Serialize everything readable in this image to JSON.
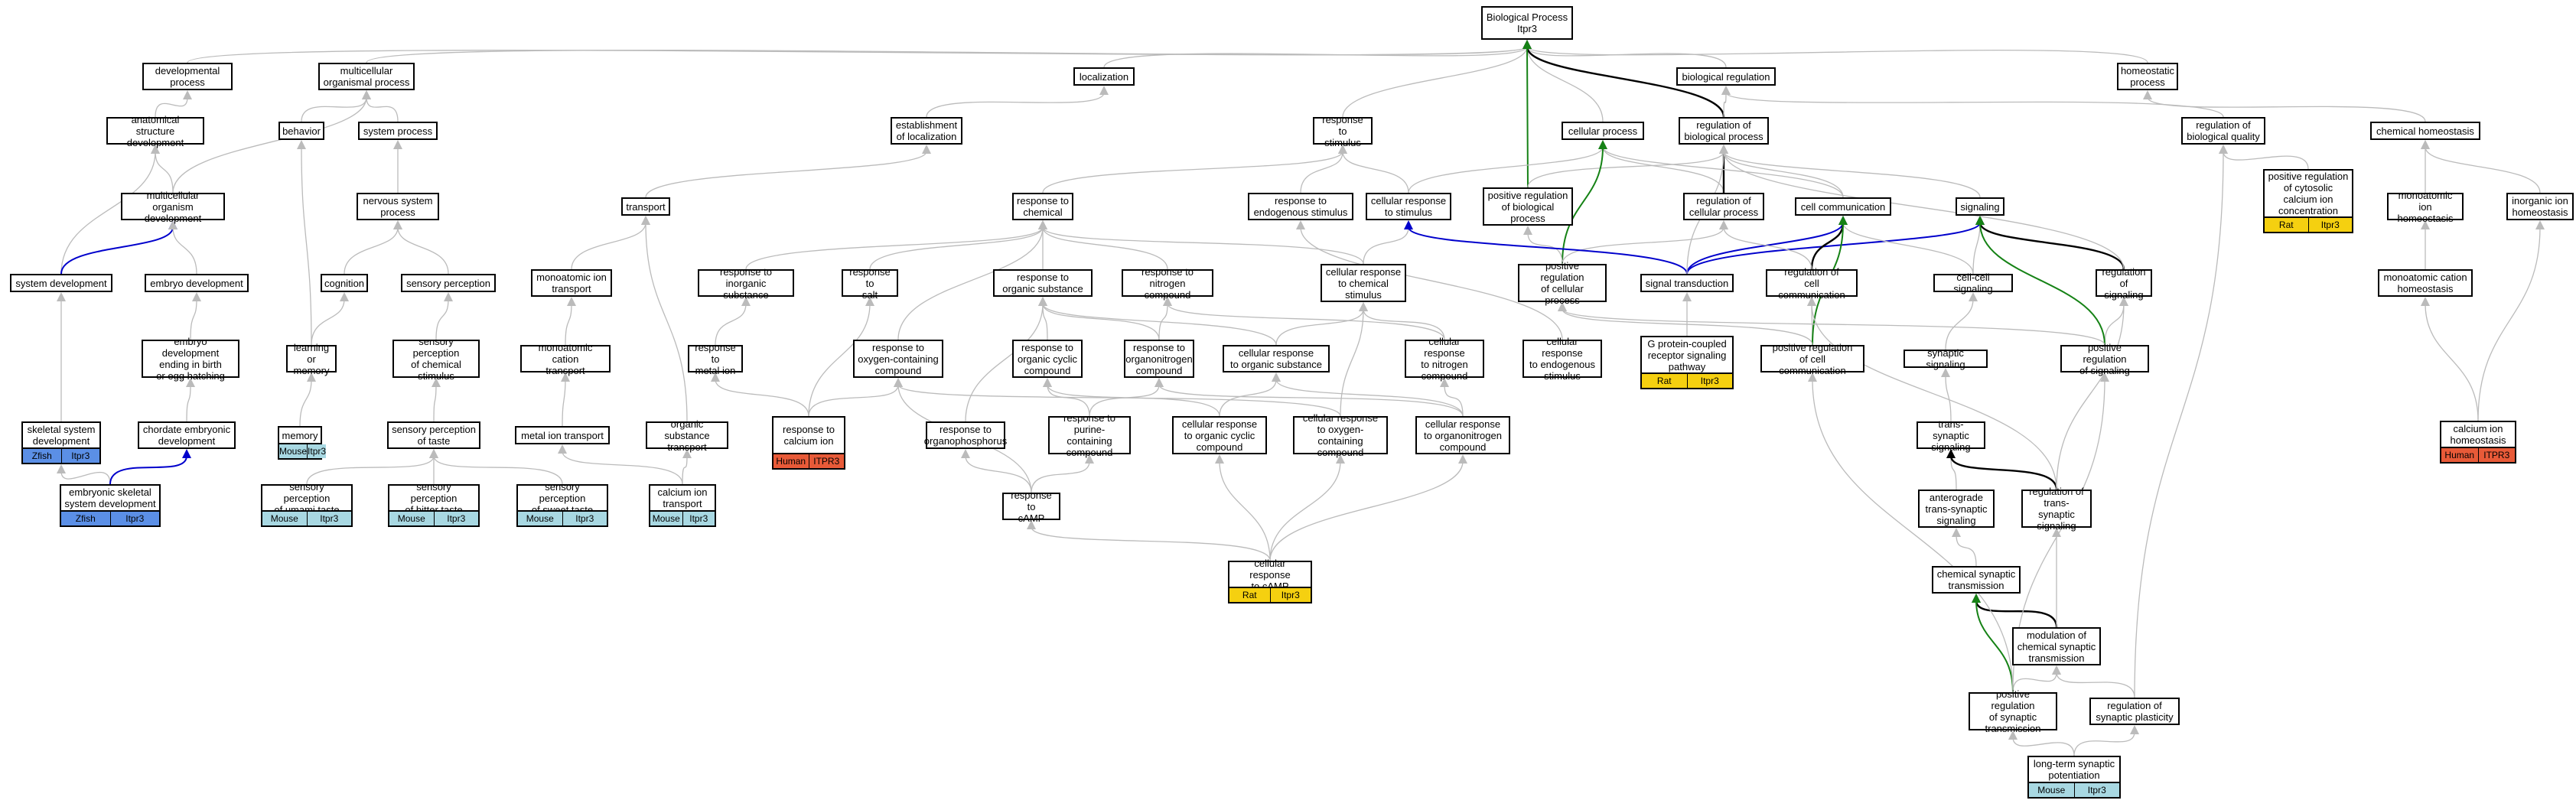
{
  "colors": {
    "edge_gray": "#bbbbbb",
    "edge_black": "#000000",
    "edge_blue": "#0000cc",
    "edge_green": "#158215",
    "zfish": "#5b8fe6",
    "mouse": "#a8d8e2",
    "rat": "#f5d010",
    "human": "#e85a38"
  },
  "nodes": {
    "biological_process": "Biological Process\nItpr3",
    "developmental_process": "developmental\nprocess",
    "multicellular_organismal_process": "multicellular\norganismal process",
    "localization": "localization",
    "biological_regulation": "biological regulation",
    "homeostatic_process": "homeostatic\nprocess",
    "anatomical_structure_development": "anatomical structure\ndevelopment",
    "behavior": "behavior",
    "system_process": "system process",
    "establishment_of_localization": "establishment\nof localization",
    "response_to_stimulus": "response to\nstimulus",
    "cellular_process": "cellular process",
    "regulation_of_biological_process": "regulation of\nbiological process",
    "regulation_of_biological_quality": "regulation of\nbiological quality",
    "chemical_homeostasis": "chemical homeostasis",
    "multicellular_organism_development": "multicellular\norganism development",
    "nervous_system_process": "nervous system\nprocess",
    "transport": "transport",
    "response_to_chemical": "response to\nchemical",
    "response_to_endogenous_stimulus": "response to\nendogenous stimulus",
    "cellular_response_to_stimulus": "cellular response\nto stimulus",
    "positive_regulation_of_biological_process": "positive regulation\nof biological\nprocess",
    "regulation_of_cellular_process": "regulation of\ncellular process",
    "cell_communication": "cell communication",
    "signaling": "signaling",
    "positive_regulation_of_cytosolic_calcium": "positive regulation\nof cytosolic\ncalcium ion\nconcentration",
    "monoatomic_ion_homeostasis": "monoatomic ion\nhomeostasis",
    "inorganic_ion_homeostasis": "inorganic ion\nhomeostasis",
    "system_development": "system development",
    "embryo_development": "embryo development",
    "cognition": "cognition",
    "sensory_perception": "sensory perception",
    "monoatomic_ion_transport": "monoatomic ion\ntransport",
    "response_to_inorganic_substance": "response to\ninorganic substance",
    "response_to_salt": "response to\nsalt",
    "response_to_organic_substance": "response to\norganic substance",
    "response_to_nitrogen_compound": "response to\nnitrogen compound",
    "cellular_response_to_chemical_stimulus": "cellular response\nto chemical\nstimulus",
    "positive_regulation_of_cellular_process": "positive regulation\nof cellular\nprocess",
    "signal_transduction": "signal transduction",
    "regulation_of_cell_communication": "regulation of\ncell communication",
    "cell_cell_signaling": "cell-cell signaling",
    "regulation_of_signaling": "regulation of\nsignaling",
    "monoatomic_cation_homeostasis": "monoatomic cation\nhomeostasis",
    "embryo_development_ending_in_birth": "embryo development\nending in birth\nor egg hatching",
    "learning_or_memory": "learning or\nmemory",
    "sensory_perception_of_chemical_stimulus": "sensory perception\nof chemical\nstimulus",
    "monoatomic_cation_transport": "monoatomic cation\ntransport",
    "response_to_metal_ion": "response to\nmetal ion",
    "response_to_oxygen_containing_compound": "response to\noxygen-containing\ncompound",
    "response_to_organic_cyclic_compound": "response to\norganic cyclic\ncompound",
    "response_to_organonitrogen_compound": "response to\norganonitrogen\ncompound",
    "cellular_response_to_organic_substance": "cellular response\nto organic substance",
    "cellular_response_to_nitrogen_compound": "cellular response\nto nitrogen\ncompound",
    "cellular_response_to_endogenous_stimulus": "cellular response\nto endogenous\nstimulus",
    "gpcr_signaling_pathway": "G protein-coupled\nreceptor signaling\npathway",
    "positive_regulation_of_cell_communication": "positive regulation\nof cell communication",
    "synaptic_signaling": "synaptic signaling",
    "positive_regulation_of_signaling": "positive regulation\nof signaling",
    "calcium_ion_homeostasis": "calcium ion\nhomeostasis",
    "skeletal_system_development": "skeletal system\ndevelopment",
    "chordate_embryonic_development": "chordate embryonic\ndevelopment",
    "memory": "memory",
    "sensory_perception_of_taste": "sensory perception\nof taste",
    "metal_ion_transport": "metal ion transport",
    "organic_substance_transport": "organic substance\ntransport",
    "response_to_calcium_ion": "response to\ncalcium ion",
    "response_to_organophosphorus": "response to\norganophosphorus",
    "response_to_purine_containing_compound": "response to\npurine-containing\ncompound",
    "cellular_response_to_organic_cyclic_compound": "cellular response\nto organic cyclic\ncompound",
    "cellular_response_to_oxygen_containing_compound": "cellular response\nto oxygen-containing\ncompound",
    "cellular_response_to_organonitrogen_compound": "cellular response\nto organonitrogen\ncompound",
    "trans_synaptic_signaling": "trans-synaptic\nsignaling",
    "embryonic_skeletal_system_development": "embryonic skeletal\nsystem development",
    "sensory_perception_of_umami_taste": "sensory perception\nof umami taste",
    "sensory_perception_of_bitter_taste": "sensory perception\nof bitter taste",
    "sensory_perception_of_sweet_taste": "sensory perception\nof sweet taste",
    "calcium_ion_transport": "calcium ion\ntransport",
    "response_to_camp": "response to\ncAMP",
    "anterograde_trans_synaptic_signaling": "anterograde\ntrans-synaptic\nsignaling",
    "regulation_of_trans_synaptic_signaling": "regulation of\ntrans-synaptic\nsignaling",
    "chemical_synaptic_transmission": "chemical synaptic\ntransmission",
    "cellular_response_to_camp": "cellular response\nto cAMP",
    "modulation_of_chemical_synaptic_transmission": "modulation of\nchemical synaptic\ntransmission",
    "positive_regulation_of_synaptic_transmission": "positive regulation\nof synaptic\ntransmission",
    "regulation_of_synaptic_plasticity": "regulation of\nsynaptic plasticity",
    "long_term_synaptic_potentiation": "long-term synaptic\npotentiation"
  },
  "tags": {
    "Zfish": "Zfish",
    "Mouse": "Mouse",
    "Rat": "Rat",
    "Human": "Human",
    "gene_itpr3": "Itpr3",
    "gene_ITPR3": "ITPR3"
  }
}
